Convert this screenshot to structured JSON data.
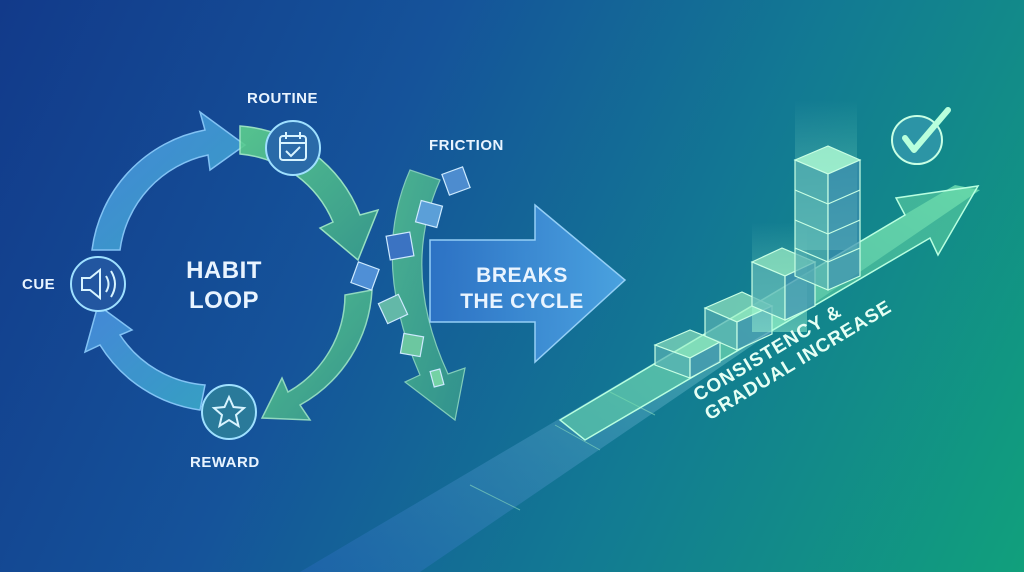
{
  "habit_loop": {
    "title_line1": "HABIT",
    "title_line2": "LOOP",
    "stages": {
      "routine": "ROUTINE",
      "cue": "CUE",
      "reward": "REWARD"
    },
    "icons": {
      "routine": "calendar-check-icon",
      "cue": "speaker-icon",
      "reward": "star-icon"
    }
  },
  "friction": {
    "label": "FRICTION",
    "arrow_line1": "BREAKS",
    "arrow_line2": "THE CYCLE"
  },
  "growth": {
    "line1": "CONSISTENCY &",
    "line2": "GRADUAL INCREASE",
    "badge_icon": "checkmark-icon"
  },
  "colors": {
    "bg_left": "#123a8a",
    "bg_right": "#11a07c",
    "arrow_blue": "#4f8fd8",
    "arrow_green": "#58c98a",
    "block": "#6fd8a6"
  }
}
